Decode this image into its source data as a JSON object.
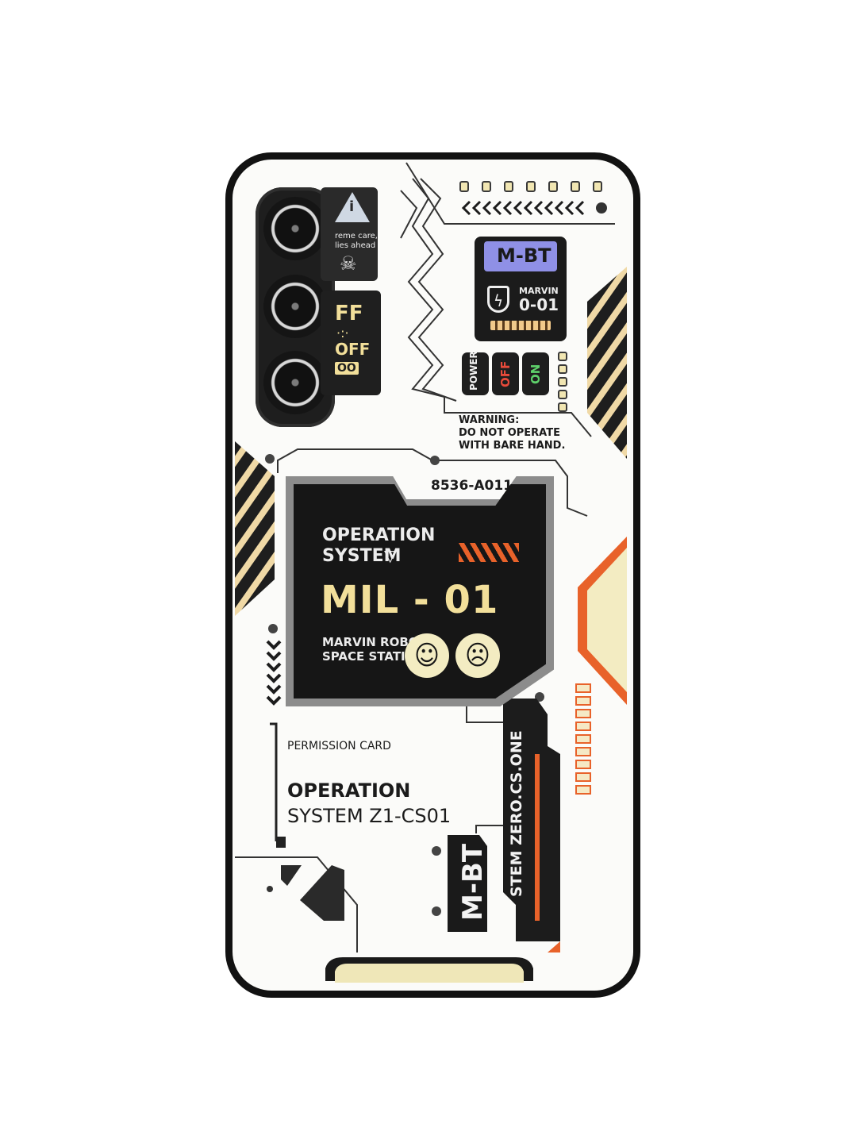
{
  "case": {
    "info_sticker": {
      "icon": "warning-info-icon",
      "line1": "reme care,",
      "line2": "lies ahead",
      "skull_icon": "skull-crossbones-icon"
    },
    "switch_sticker": {
      "top": "FF",
      "dots": "·:·",
      "bottom": "OFF",
      "badge": "OO"
    },
    "mbt_card": {
      "title": "M-BT",
      "name": "MARVIN",
      "code": "0-01",
      "icon": "lightning-shield-icon"
    },
    "switches": {
      "power": "POWER",
      "off": "OFF",
      "on": "ON"
    },
    "warning": {
      "line1": "WARNING:",
      "line2": "DO NOT OPERATE",
      "line3": "WITH BARE HAND."
    },
    "panel": {
      "serial": "8536-A011",
      "os_line1": "OPERATION",
      "os_line2": "SYSTEM",
      "model": "MIL - 01",
      "station_line1": "MARVIN ROBOT",
      "station_line2": "SPACE STATION",
      "happy_icon": "smiley-face-icon",
      "sad_icon": "frowning-face-icon"
    },
    "permission": {
      "label": "PERMISSION CARD",
      "line1": "OPERATION",
      "line2": "SYSTEM Z1-CS01"
    },
    "side_bar_text": "STEM ZERO.CS.ONE",
    "bottom_tag": "M-BT",
    "colors": {
      "accent_orange": "#e8622a",
      "cream": "#f3ecc2",
      "dark": "#1c1c1c",
      "purple": "#8f90e6",
      "gold_text": "#f2df9a"
    }
  }
}
